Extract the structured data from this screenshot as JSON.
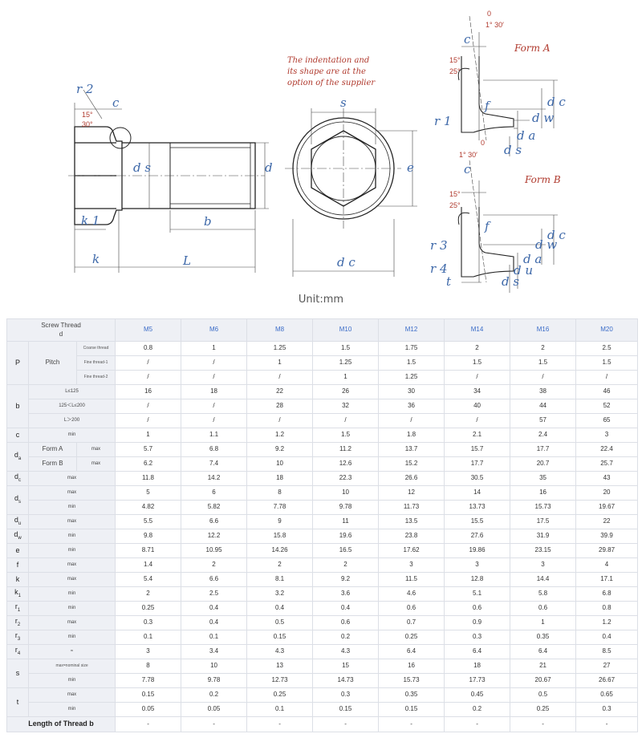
{
  "drawing": {
    "note_lines": [
      "The indentation and",
      "its shape are at the",
      "option of the supplier"
    ],
    "form_a": "Form A",
    "form_b": "Form B",
    "angles": {
      "zero": "0",
      "one_thirty": "1° 30′",
      "fifteen": "15°",
      "twentyfive": "25°",
      "thirty": "30°",
      "one_thirty_b": "1° 30′"
    },
    "labels": {
      "r2": "r 2",
      "c": "c",
      "k1": "k 1",
      "k": "k",
      "b": "b",
      "L": "L",
      "ds": "d s",
      "d": "d",
      "s": "s",
      "e": "e",
      "dc": "d c",
      "f": "f",
      "dw": "d w",
      "da": "d a",
      "r1": "r 1",
      "r3": "r 3",
      "r4": "r 4",
      "t": "t",
      "du": "d u"
    }
  },
  "unit": "Unit:mm",
  "table": {
    "corner_line1": "Screw Thread",
    "corner_line2": "d",
    "sizes": [
      "M5",
      "M6",
      "M8",
      "M10",
      "M12",
      "M14",
      "M16",
      "M20"
    ],
    "p_sym": "P",
    "pitch": "Pitch",
    "coarse": "Coarse thread",
    "fine1": "Fine thread-1",
    "fine2": "Fine thread-2",
    "p_coarse": [
      "0.8",
      "1",
      "1.25",
      "1.5",
      "1.75",
      "2",
      "2",
      "2.5"
    ],
    "p_fine1": [
      "/",
      "/",
      "1",
      "1.25",
      "1.5",
      "1.5",
      "1.5",
      "1.5"
    ],
    "p_fine2": [
      "/",
      "/",
      "/",
      "1",
      "1.25",
      "/",
      "/",
      "/"
    ],
    "b_sym": "b",
    "b_l1": "L≤125",
    "b_l2": "125＜L≤200",
    "b_l3": "L＞200",
    "b_v1": [
      "16",
      "18",
      "22",
      "26",
      "30",
      "34",
      "38",
      "46"
    ],
    "b_v2": [
      "/",
      "/",
      "28",
      "32",
      "36",
      "40",
      "44",
      "52"
    ],
    "b_v3": [
      "/",
      "/",
      "/",
      "/",
      "/",
      "/",
      "57",
      "65"
    ],
    "c_sym": "c",
    "min": "min",
    "max": "max",
    "c_v": [
      "1",
      "1.1",
      "1.2",
      "1.5",
      "1.8",
      "2.1",
      "2.4",
      "3"
    ],
    "da_sym": "d",
    "da_sub": "a",
    "form_a": "Form A",
    "form_b": "Form B",
    "da_a": [
      "5.7",
      "6.8",
      "9.2",
      "11.2",
      "13.7",
      "15.7",
      "17.7",
      "22.4"
    ],
    "da_b": [
      "6.2",
      "7.4",
      "10",
      "12.6",
      "15.2",
      "17.7",
      "20.7",
      "25.7"
    ],
    "dc_sym": "d",
    "dc_sub": "c",
    "dc_v": [
      "11.8",
      "14.2",
      "18",
      "22.3",
      "26.6",
      "30.5",
      "35",
      "43"
    ],
    "ds_sym": "d",
    "ds_sub": "s",
    "ds_max": [
      "5",
      "6",
      "8",
      "10",
      "12",
      "14",
      "16",
      "20"
    ],
    "ds_min": [
      "4.82",
      "5.82",
      "7.78",
      "9.78",
      "11.73",
      "13.73",
      "15.73",
      "19.67"
    ],
    "du_sym": "d",
    "du_sub": "u",
    "du_v": [
      "5.5",
      "6.6",
      "9",
      "11",
      "13.5",
      "15.5",
      "17.5",
      "22"
    ],
    "dw_sym": "d",
    "dw_sub": "w",
    "dw_v": [
      "9.8",
      "12.2",
      "15.8",
      "19.6",
      "23.8",
      "27.6",
      "31.9",
      "39.9"
    ],
    "e_sym": "e",
    "e_v": [
      "8.71",
      "10.95",
      "14.26",
      "16.5",
      "17.62",
      "19.86",
      "23.15",
      "29.87"
    ],
    "f_sym": "f",
    "f_v": [
      "1.4",
      "2",
      "2",
      "2",
      "3",
      "3",
      "3",
      "4"
    ],
    "k_sym": "k",
    "k_v": [
      "5.4",
      "6.6",
      "8.1",
      "9.2",
      "11.5",
      "12.8",
      "14.4",
      "17.1"
    ],
    "k1_sym": "k",
    "k1_sub": "1",
    "k1_v": [
      "2",
      "2.5",
      "3.2",
      "3.6",
      "4.6",
      "5.1",
      "5.8",
      "6.8"
    ],
    "r1_sym": "r",
    "r1_sub": "1",
    "r1_v": [
      "0.25",
      "0.4",
      "0.4",
      "0.4",
      "0.6",
      "0.6",
      "0.6",
      "0.8"
    ],
    "r2_sym": "r",
    "r2_sub": "2",
    "r2_v": [
      "0.3",
      "0.4",
      "0.5",
      "0.6",
      "0.7",
      "0.9",
      "1",
      "1.2"
    ],
    "r3_sym": "r",
    "r3_sub": "3",
    "r3_v": [
      "0.1",
      "0.1",
      "0.15",
      "0.2",
      "0.25",
      "0.3",
      "0.35",
      "0.4"
    ],
    "r4_sym": "r",
    "r4_sub": "4",
    "approx": "≈",
    "r4_v": [
      "3",
      "3.4",
      "4.3",
      "4.3",
      "6.4",
      "6.4",
      "6.4",
      "8.5"
    ],
    "s_sym": "s",
    "s_nominal": "max=nominal size",
    "s_max": [
      "8",
      "10",
      "13",
      "15",
      "16",
      "18",
      "21",
      "27"
    ],
    "s_min": [
      "7.78",
      "9.78",
      "12.73",
      "14.73",
      "15.73",
      "17.73",
      "20.67",
      "26.67"
    ],
    "t_sym": "t",
    "t_max": [
      "0.15",
      "0.2",
      "0.25",
      "0.3",
      "0.35",
      "0.45",
      "0.5",
      "0.65"
    ],
    "t_min": [
      "0.05",
      "0.05",
      "0.1",
      "0.15",
      "0.15",
      "0.2",
      "0.25",
      "0.3"
    ],
    "thread_len": "Length of Thread b",
    "thread_len_v": [
      "-",
      "-",
      "-",
      "-",
      "-",
      "-",
      "-",
      "-"
    ]
  },
  "colors": {
    "accent": "#3b6cc8",
    "label_blue": "#3c67a8",
    "note_red": "#b03a2e",
    "header_bg": "#eef0f5",
    "border": "#dcdfe6"
  }
}
